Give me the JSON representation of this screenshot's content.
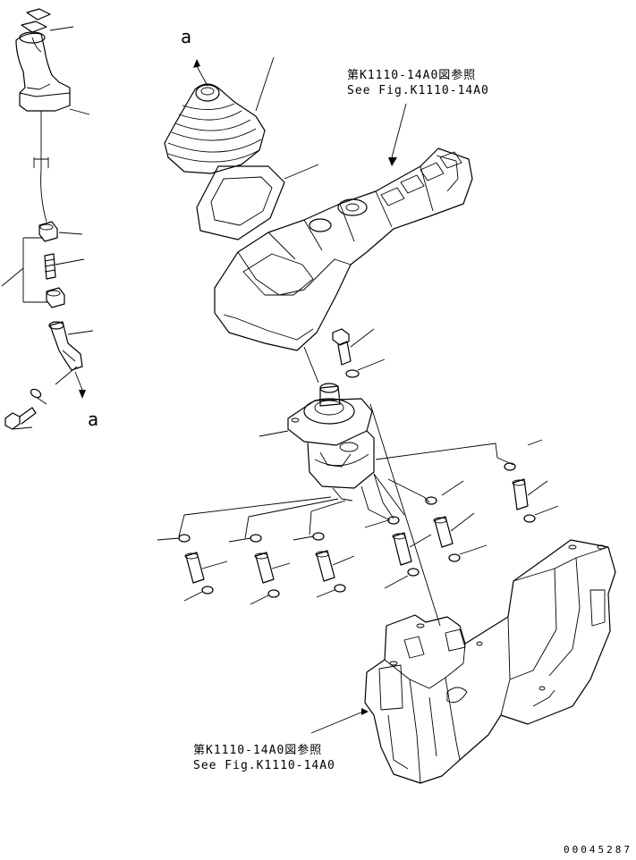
{
  "callouts": {
    "ref_top_jp": "第K1110-14A0図参照",
    "ref_top_en": "See Fig.K1110-14A0",
    "ref_bottom_jp": "第K1110-14A0図参照",
    "ref_bottom_en": "See Fig.K1110-14A0"
  },
  "markers": {
    "a_top": "a",
    "a_left": "a"
  },
  "drawing_number": "00045287"
}
